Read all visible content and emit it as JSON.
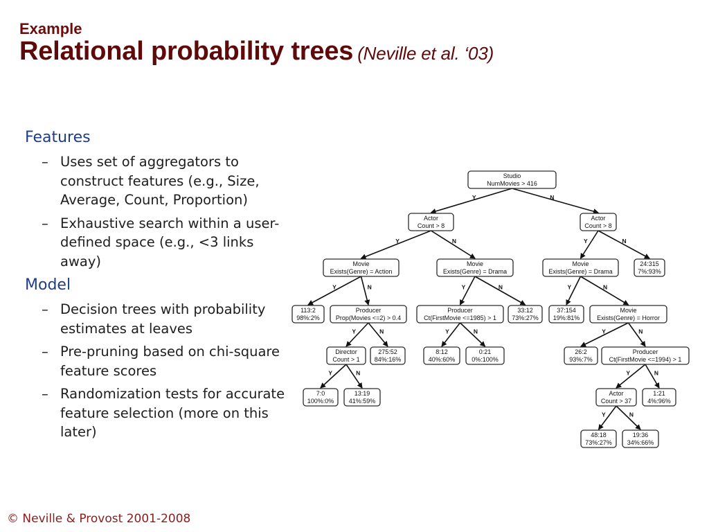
{
  "slide": {
    "kicker": "Example",
    "title": "Relational probability trees",
    "citation": "(Neville et al. ‘03)"
  },
  "content": {
    "features_heading": "Features",
    "features_items": [
      "Uses set of aggregators to construct features (e.g., Size, Average, Count, Proportion)",
      "Exhaustive search within a user-defined space (e.g., <3 links away)"
    ],
    "model_heading": "Model",
    "model_items": [
      "Decision trees with probability estimates at leaves",
      "Pre-pruning based on chi-square feature scores",
      "Randomization tests for accurate feature selection (more on this later)"
    ]
  },
  "footer": "© Neville & Provost 2001-2008",
  "tree": {
    "nodes": [
      {
        "id": "studio",
        "lines": [
          "Studio",
          "NumMovies > 416"
        ]
      },
      {
        "id": "actor1",
        "lines": [
          "Actor",
          "Count > 8"
        ]
      },
      {
        "id": "actor2",
        "lines": [
          "Actor",
          "Count > 8"
        ]
      },
      {
        "id": "movie_action",
        "lines": [
          "Movie",
          "Exists(Genre) = Action"
        ]
      },
      {
        "id": "movie_drama",
        "lines": [
          "Movie",
          "Exists(Genre) = Drama"
        ]
      },
      {
        "id": "movie_drama2",
        "lines": [
          "Movie",
          "Exists(Genre) = Drama"
        ]
      },
      {
        "id": "leaf_24_315",
        "lines": [
          "24:315",
          "7%:93%"
        ]
      },
      {
        "id": "leaf_113_2",
        "lines": [
          "113:2",
          "98%:2%"
        ]
      },
      {
        "id": "producer1",
        "lines": [
          "Producer",
          "Prop(Movies <=2) > 0.4"
        ]
      },
      {
        "id": "producer2",
        "lines": [
          "Producer",
          "Ct(FirstMovie <=1985) > 1"
        ]
      },
      {
        "id": "leaf_33_12",
        "lines": [
          "33:12",
          "73%:27%"
        ]
      },
      {
        "id": "leaf_37_154",
        "lines": [
          "37:154",
          "19%:81%"
        ]
      },
      {
        "id": "movie_horror",
        "lines": [
          "Movie",
          "Exists(Genre) = Horror"
        ]
      },
      {
        "id": "director",
        "lines": [
          "Director",
          "Count > 1"
        ]
      },
      {
        "id": "leaf_275_52",
        "lines": [
          "275:52",
          "84%:16%"
        ]
      },
      {
        "id": "leaf_8_12",
        "lines": [
          "8:12",
          "40%:60%"
        ]
      },
      {
        "id": "leaf_0_21",
        "lines": [
          "0:21",
          "0%:100%"
        ]
      },
      {
        "id": "leaf_26_2",
        "lines": [
          "26:2",
          "93%:7%"
        ]
      },
      {
        "id": "producer3",
        "lines": [
          "Producer",
          "Ct(FirstMovie <=1994) > 1"
        ]
      },
      {
        "id": "leaf_7_0",
        "lines": [
          "7:0",
          "100%:0%"
        ]
      },
      {
        "id": "leaf_13_19",
        "lines": [
          "13:19",
          "41%:59%"
        ]
      },
      {
        "id": "actor3",
        "lines": [
          "Actor",
          "Count > 37"
        ]
      },
      {
        "id": "leaf_1_21",
        "lines": [
          "1:21",
          "4%:96%"
        ]
      },
      {
        "id": "leaf_48_18",
        "lines": [
          "48:18",
          "73%:27%"
        ]
      },
      {
        "id": "leaf_19_36",
        "lines": [
          "19:36",
          "34%:66%"
        ]
      }
    ],
    "edges": [
      {
        "from": "studio",
        "to": "actor1",
        "label": "Y"
      },
      {
        "from": "studio",
        "to": "actor2",
        "label": "N"
      },
      {
        "from": "actor1",
        "to": "movie_action",
        "label": "Y"
      },
      {
        "from": "actor1",
        "to": "movie_drama",
        "label": "N"
      },
      {
        "from": "actor2",
        "to": "movie_drama2",
        "label": "Y"
      },
      {
        "from": "actor2",
        "to": "leaf_24_315",
        "label": "N"
      },
      {
        "from": "movie_action",
        "to": "leaf_113_2",
        "label": "Y"
      },
      {
        "from": "movie_action",
        "to": "producer1",
        "label": "N"
      },
      {
        "from": "movie_drama",
        "to": "producer2",
        "label": "Y"
      },
      {
        "from": "movie_drama",
        "to": "leaf_33_12",
        "label": "N"
      },
      {
        "from": "movie_drama2",
        "to": "leaf_37_154",
        "label": "Y"
      },
      {
        "from": "movie_drama2",
        "to": "movie_horror",
        "label": "N"
      },
      {
        "from": "producer1",
        "to": "director",
        "label": "Y"
      },
      {
        "from": "producer1",
        "to": "leaf_275_52",
        "label": "N"
      },
      {
        "from": "producer2",
        "to": "leaf_8_12",
        "label": "Y"
      },
      {
        "from": "producer2",
        "to": "leaf_0_21",
        "label": "N"
      },
      {
        "from": "movie_horror",
        "to": "leaf_26_2",
        "label": "Y"
      },
      {
        "from": "movie_horror",
        "to": "producer3",
        "label": "N"
      },
      {
        "from": "director",
        "to": "leaf_7_0",
        "label": "Y"
      },
      {
        "from": "director",
        "to": "leaf_13_19",
        "label": "N"
      },
      {
        "from": "producer3",
        "to": "actor3",
        "label": "Y"
      },
      {
        "from": "producer3",
        "to": "leaf_1_21",
        "label": "N"
      },
      {
        "from": "actor3",
        "to": "leaf_48_18",
        "label": "Y"
      },
      {
        "from": "actor3",
        "to": "leaf_19_36",
        "label": "N"
      }
    ]
  }
}
